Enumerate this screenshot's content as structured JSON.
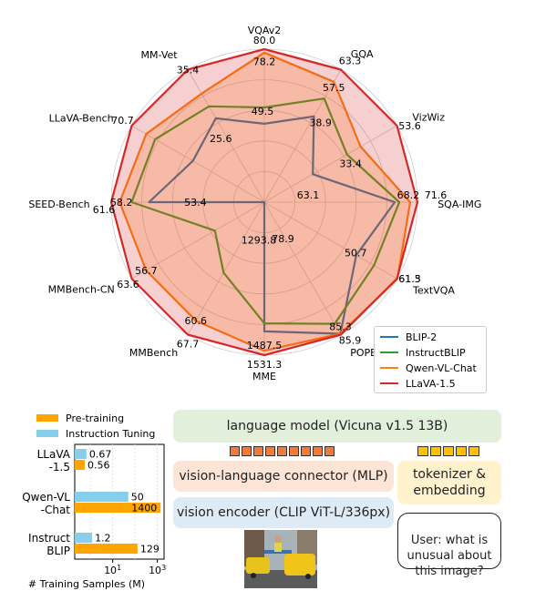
{
  "chart_data": [
    {
      "type": "radar",
      "axes": [
        "VQAv2",
        "GQA",
        "VizWiz",
        "SQA-IMG",
        "TextVQA",
        "POPE",
        "MME",
        "MMBench",
        "MMBench-CN",
        "SEED-Bench",
        "LLaVA-Bench",
        "MM-Vet"
      ],
      "axis_max": [
        80.0,
        63.3,
        53.6,
        71.6,
        61.3,
        85.9,
        1531.3,
        67.7,
        63.6,
        61.6,
        70.7,
        35.4
      ],
      "series": [
        {
          "name": "BLIP-2",
          "color": "#1f77b4",
          "fill": false,
          "values": [
            41.0,
            41.0,
            19.6,
            61.0,
            42.5,
            85.3,
            1293.8,
            0,
            0,
            46.4,
            38.1,
            22.4
          ]
        },
        {
          "name": "InstructBLIP",
          "color": "#2ca02c",
          "fill": false,
          "values": [
            49.5,
            49.5,
            33.4,
            63.1,
            50.7,
            78.9,
            1212.8,
            36.0,
            23.7,
            53.4,
            58.2,
            25.6
          ]
        },
        {
          "name": "Qwen-VL-Chat",
          "color": "#ff7f0e",
          "fill": true,
          "values": [
            78.2,
            57.5,
            38.9,
            68.2,
            61.5,
            85.3,
            1487.5,
            60.6,
            56.7,
            58.2,
            63.0,
            29.0
          ]
        },
        {
          "name": "LLaVA-1.5",
          "color": "#d62728",
          "fill": true,
          "values": [
            80.0,
            63.3,
            53.6,
            71.6,
            61.3,
            85.9,
            1531.3,
            67.7,
            63.6,
            61.6,
            70.7,
            35.4
          ]
        }
      ],
      "labels": [
        {
          "text": "80.0",
          "axis": 0,
          "r": 1.0,
          "dx": 0,
          "dy": -6
        },
        {
          "text": "78.2",
          "axis": 0,
          "r": 0.978,
          "dx": 0,
          "dy": 14
        },
        {
          "text": "49.5",
          "axis": 0,
          "r": 0.619,
          "dx": -2,
          "dy": 8
        },
        {
          "text": "63.3",
          "axis": 1,
          "r": 1.0,
          "dx": 10,
          "dy": -6
        },
        {
          "text": "57.5",
          "axis": 1,
          "r": 0.908,
          "dx": 0,
          "dy": 10
        },
        {
          "text": "38.9",
          "axis": 1,
          "r": 0.615,
          "dx": 10,
          "dy": 6
        },
        {
          "text": "53.6",
          "axis": 2,
          "r": 1.0,
          "dx": 14,
          "dy": 4
        },
        {
          "text": "33.4",
          "axis": 2,
          "r": 0.623,
          "dx": 4,
          "dy": 14
        },
        {
          "text": "71.6",
          "axis": 3,
          "r": 1.0,
          "dx": 20,
          "dy": -4
        },
        {
          "text": "68.2",
          "axis": 3,
          "r": 0.952,
          "dx": -2,
          "dy": -4
        },
        {
          "text": "63.1",
          "axis": 3,
          "r": 0.25,
          "dx": 6,
          "dy": -4
        },
        {
          "text": "61.5",
          "axis": 4,
          "r": 1.0,
          "dx": 14,
          "dy": 4
        },
        {
          "text": "61.3",
          "axis": 4,
          "r": 1.0,
          "dx": 14,
          "dy": 4
        },
        {
          "text": "50.7",
          "axis": 4,
          "r": 0.662,
          "dx": 4,
          "dy": 4
        },
        {
          "text": "85.3",
          "axis": 5,
          "r": 0.994,
          "dx": 0,
          "dy": -4
        },
        {
          "text": "85.9",
          "axis": 5,
          "r": 1.0,
          "dx": 10,
          "dy": 10
        },
        {
          "text": "78.9",
          "axis": 5,
          "r": 0.22,
          "dx": 2,
          "dy": 12
        },
        {
          "text": "1531.3",
          "axis": 6,
          "r": 1.0,
          "dx": 0,
          "dy": 14
        },
        {
          "text": "1487.5",
          "axis": 6,
          "r": 0.971,
          "dx": 0,
          "dy": -2
        },
        {
          "text": "1293.8",
          "axis": 6,
          "r": 0.2,
          "dx": -6,
          "dy": 12
        },
        {
          "text": "67.7",
          "axis": 7,
          "r": 1.0,
          "dx": 0,
          "dy": 14
        },
        {
          "text": "60.6",
          "axis": 7,
          "r": 0.895,
          "dx": 0,
          "dy": 4
        },
        {
          "text": "63.6",
          "axis": 8,
          "r": 1.0,
          "dx": -4,
          "dy": 10
        },
        {
          "text": "56.7",
          "axis": 8,
          "r": 0.891,
          "dx": 0,
          "dy": 4
        },
        {
          "text": "61.6",
          "axis": 9,
          "r": 1.0,
          "dx": -8,
          "dy": 12
        },
        {
          "text": "58.2",
          "axis": 9,
          "r": 0.945,
          "dx": 2,
          "dy": 4
        },
        {
          "text": "53.4",
          "axis": 9,
          "r": 0.45,
          "dx": 0,
          "dy": 4
        },
        {
          "text": "70.7",
          "axis": 10,
          "r": 1.0,
          "dx": -10,
          "dy": -2
        },
        {
          "text": "25.6",
          "axis": 11,
          "r": 0.33,
          "dx": -20,
          "dy": -18
        },
        {
          "text": "35.4",
          "axis": 11,
          "r": 1.0,
          "dx": 0,
          "dy": 4
        }
      ]
    },
    {
      "type": "bar",
      "orientation": "horizontal",
      "xscale": "log",
      "xlabel": "# Training Samples (M)",
      "xticks": [
        "10^1",
        "10^3"
      ],
      "categories": [
        "LLaVA\n-1.5",
        "Qwen-VL\n-Chat",
        "Instruct\nBLIP"
      ],
      "series": [
        {
          "name": "Instruction Tuning",
          "color": "#87ceeb",
          "values": [
            0.67,
            50,
            1.2
          ],
          "labels": [
            "0.67",
            "50",
            "1.2"
          ]
        },
        {
          "name": "Pre-training",
          "color": "#ffa500",
          "values": [
            0.56,
            1400,
            129
          ],
          "labels": [
            "0.56",
            "1400",
            "129"
          ]
        }
      ]
    }
  ],
  "legend_order": [
    "Pre-training",
    "Instruction Tuning"
  ],
  "diagram": {
    "language_model": "language model (Vicuna v1.5 13B)",
    "connector": "vision-language connector (MLP)",
    "encoder": "vision encoder (CLIP ViT-L/336px)",
    "tokenizer": "tokenizer &\nembedding",
    "user_query": "User: what is\nunusual about\nthis image?",
    "colors": {
      "lm": "#e2efda",
      "connector": "#fce4d6",
      "encoder": "#ddebf7",
      "tokenizer": "#fff2cc",
      "visual_token": "#f4793b",
      "text_token": "#ffc000"
    }
  }
}
